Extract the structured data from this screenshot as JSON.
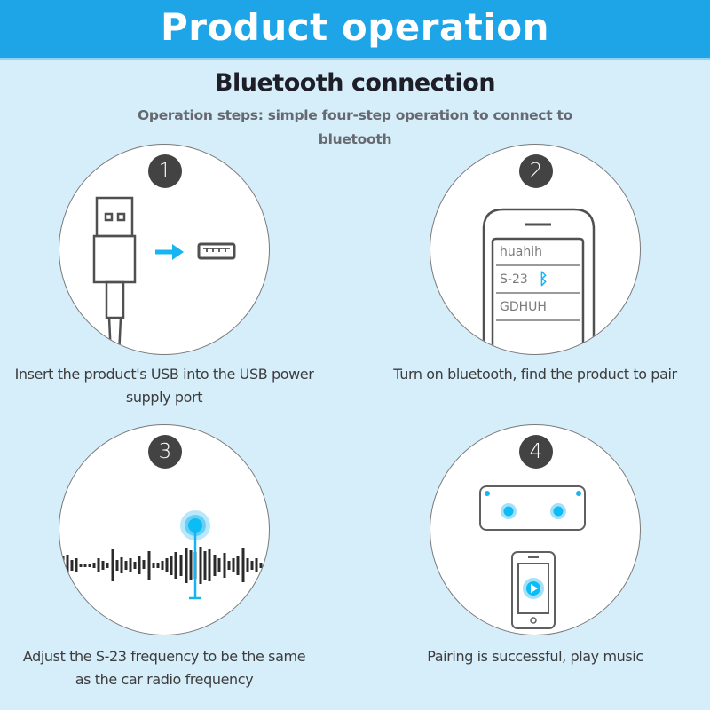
{
  "header": {
    "title": "Product operation"
  },
  "section": {
    "title": "Bluetooth connection",
    "subtitle": "Operation steps: simple four-step operation to connect to bluetooth"
  },
  "colors": {
    "header_bg": "#1ea5e7",
    "page_bg": "#d6edfa",
    "accent": "#16b4f0",
    "badge": "#434343"
  },
  "steps": [
    {
      "number": "1",
      "icon": "usb-plug-icon",
      "caption": "Insert the product's USB into the USB power supply port"
    },
    {
      "number": "2",
      "icon": "phone-bluetooth-list-icon",
      "caption": "Turn on bluetooth, find the product to pair",
      "device_list": [
        {
          "name": "huahih"
        },
        {
          "name": "S-23",
          "icon": "bluetooth-icon",
          "symbol": "ᛒ"
        },
        {
          "name": "GDHUH"
        }
      ]
    },
    {
      "number": "3",
      "icon": "frequency-waveform-icon",
      "caption": "Adjust the S-23 frequency to be the same as the car radio frequency"
    },
    {
      "number": "4",
      "icon": "device-and-phone-play-icon",
      "caption": "Pairing is successful, play music"
    }
  ]
}
